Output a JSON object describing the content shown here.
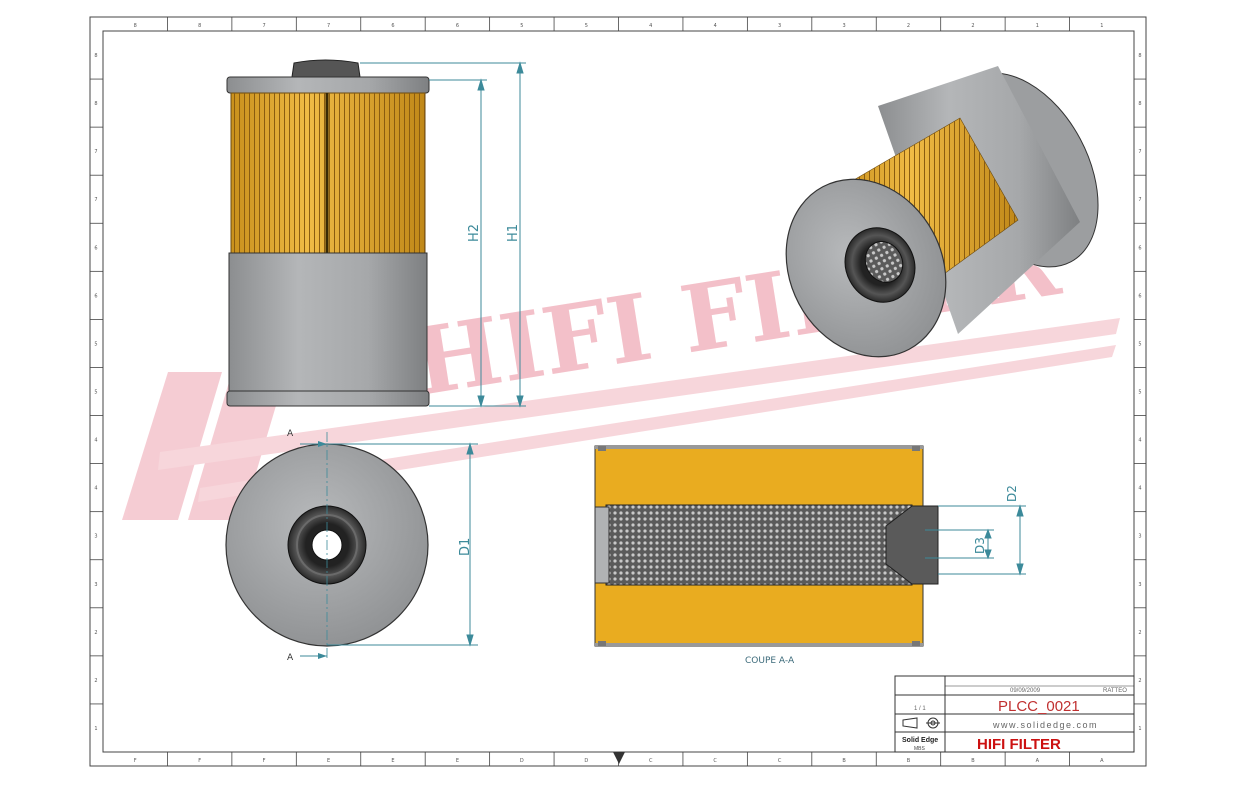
{
  "drawing": {
    "dimensions": {
      "h1": "H1",
      "h2": "H2",
      "d1": "D1",
      "d2": "D2",
      "d3": "D3"
    },
    "section_marker": "A",
    "section_label": "COUPE A-A"
  },
  "frame": {
    "zone_numbers": [
      "8",
      "7",
      "6",
      "5",
      "4",
      "3",
      "2",
      "1"
    ],
    "zone_letters": [
      "F",
      "E",
      "D",
      "C",
      "B",
      "A"
    ]
  },
  "watermark": {
    "text": "HIFI FILTER"
  },
  "title_block": {
    "date": "09/09/2009",
    "author": "RATTEO",
    "scale": "1 / 1",
    "part_number": "PLCC_0021",
    "website": "www.solidedge.com",
    "software": "Solid Edge",
    "software_sub": "MBS",
    "company": "HIFI FILTER"
  },
  "colors": {
    "media": "#e8b030",
    "metal": "#a0a2a4",
    "rubber": "#3a3a3a",
    "dimension": "#3c8a9a",
    "watermark": "#f2b6c0",
    "company": "#cc1111",
    "part": "#c03030"
  }
}
